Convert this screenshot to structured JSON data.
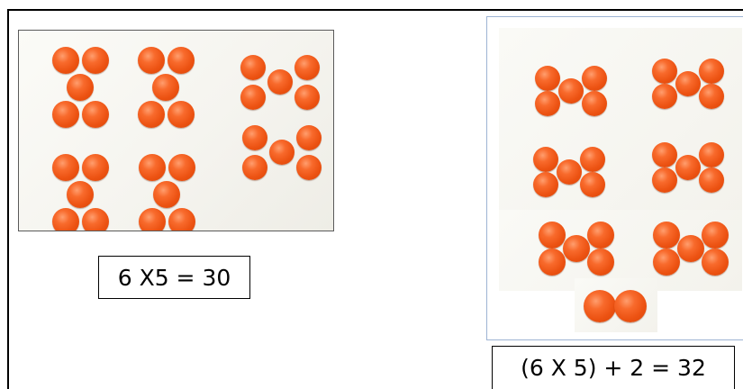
{
  "equations": {
    "left": "6 X5 = 30",
    "right": "(6 X 5) + 2 = 32"
  },
  "left_photo": {
    "groups": 6,
    "counters_per_group": 5,
    "total": 30,
    "counter_color": "#ec5212"
  },
  "right_photo": {
    "groups": 6,
    "counters_per_group": 5,
    "extra_counters": 2,
    "total": 32,
    "counter_color": "#ec5212"
  }
}
